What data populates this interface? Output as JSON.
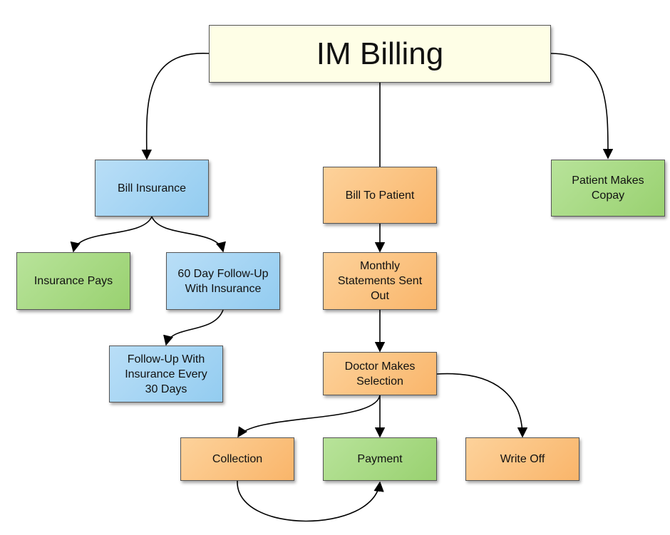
{
  "diagram": {
    "title": "IM Billing",
    "colors": {
      "title_fill": "#fefee6",
      "blue_fill": "#9fd2f3",
      "orange_fill": "#fbc17d",
      "green_fill": "#a6d884",
      "edge": "#000000"
    },
    "nodes": {
      "bill_insurance": "Bill Insurance",
      "bill_to_patient": "Bill To Patient",
      "patient_makes_copay": "Patient Makes\nCopay",
      "insurance_pays": "Insurance Pays",
      "followup_60_day": "60 Day Follow-Up\nWith Insurance",
      "monthly_statements": "Monthly\nStatements Sent\nOut",
      "followup_every_30": "Follow-Up With\nInsurance Every\n30 Days",
      "doctor_makes_selection": "Doctor Makes\nSelection",
      "collection": "Collection",
      "payment": "Payment",
      "write_off": "Write Off"
    }
  }
}
